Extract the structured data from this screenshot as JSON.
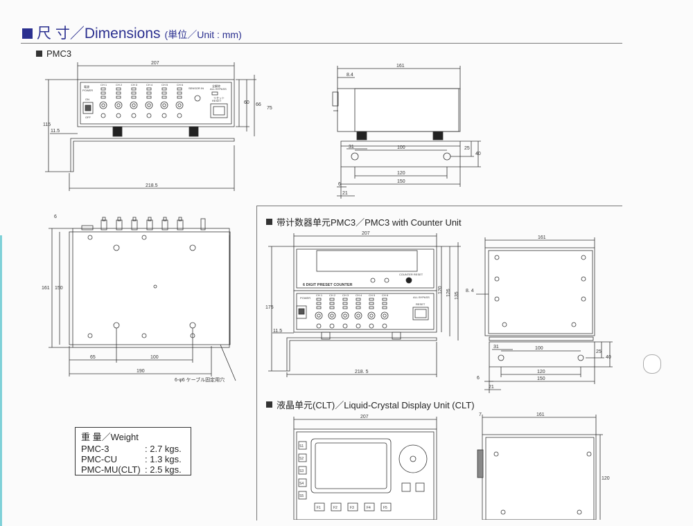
{
  "header": {
    "title": "尺 寸／Dimensions",
    "unit": "(単位／Unit : mm)"
  },
  "sections": {
    "pmc3": "PMC3",
    "counter": "带计数器单元PMC3／PMC3 with Counter Unit",
    "lcd": "液晶单元(CLT)／Liquid-Crystal Display Unit (CLT)"
  },
  "dims": {
    "a207": "207",
    "a161": "161",
    "a8_4": "8.4",
    "a60": "60",
    "a66": "66",
    "a75": "75",
    "a115": "115",
    "a11_5": "11.5",
    "a218_5": "218.5",
    "a31": "31",
    "a100": "100",
    "a25": "25",
    "a40": "40",
    "a120": "120",
    "a150": "150",
    "a6": "6",
    "a21": "21",
    "b6": "6",
    "b161": "161",
    "b150": "150",
    "b65": "65",
    "b100": "100",
    "b190": "190",
    "hole_note": "6-φ6 ケーブル固定用穴",
    "c207": "207",
    "c120": "120",
    "c126": "126",
    "c135": "135",
    "c175": "175",
    "c11_5": "11.5",
    "c218_5": "218. 5",
    "c161": "161",
    "c8_4": "8. 4",
    "c31": "31",
    "c100": "100",
    "c25": "25",
    "c40": "40",
    "c120b": "120",
    "c150": "150",
    "c6": "6",
    "c21": "21",
    "d207": "207",
    "d7": "7",
    "d161": "161",
    "d120": "120"
  },
  "panel": {
    "power_jp": "電源",
    "power": "POWER",
    "on": "ON",
    "off": "OFF",
    "ch": [
      "CH 1",
      "CH 2",
      "CH 3",
      "CH 4",
      "CH 5",
      "CH 6"
    ],
    "all_bypass_jp": "全解除",
    "all_bypass": "ALL BYPASS",
    "reset_jp": "リセット",
    "reset": "RESET",
    "sensor_in": "SENSOR IN",
    "counter_title": "6 DIGIT PRESET COUNTER",
    "counter_reset": "COUNTER RESET",
    "f_keys": [
      "F1",
      "F2",
      "F3",
      "F4",
      "F5"
    ],
    "side_keys": [
      "S1",
      "S2",
      "S3",
      "S4",
      "S5"
    ]
  },
  "weight": {
    "title": "重 量／Weight",
    "rows": [
      {
        "name": "PMC-3",
        "value": ": 2.7 kgs."
      },
      {
        "name": "PMC-CU",
        "value": ": 1.3 kgs."
      },
      {
        "name": "PMC-MU(CLT)",
        "value": ": 2.5 kgs."
      }
    ]
  }
}
